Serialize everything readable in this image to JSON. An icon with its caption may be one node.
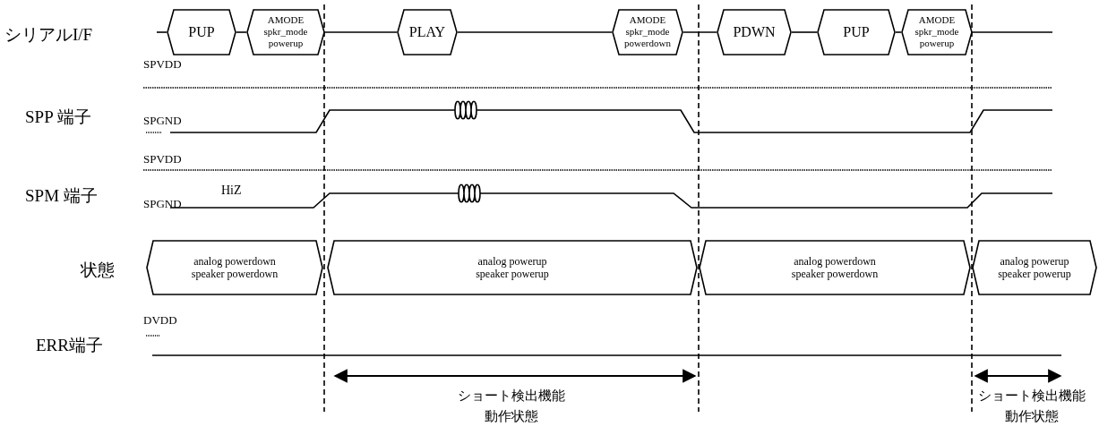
{
  "diagram": {
    "nodes": [
      {
        "text": [
          "PUP"
        ]
      },
      {
        "text": [
          "AMODE spkr_mode powerup"
        ]
      },
      {
        "text": [
          "PLAY"
        ]
      },
      {
        "text": [
          "AMODE spkr_mode powerdown"
        ]
      },
      {
        "text": [
          "PDWN"
        ]
      },
      {
        "text": [
          "PUP"
        ]
      },
      {
        "text": [
          "AMODE spkr_mode powerup"
        ]
      },
      {
        "text": [
          "analog powerdown speaker powerdown"
        ]
      },
      {
        "text": [
          "analog powerup speaker powerup"
        ]
      },
      {
        "text": [
          "analog powerdown speaker powerdown"
        ]
      },
      {
        "text": [
          "analog powerup speaker powerup"
        ]
      }
    ],
    "edges": [
      {
        "from": null,
        "to": 0,
        "arrow": "none"
      },
      {
        "from": 0,
        "to": 1,
        "arrow": "none"
      },
      {
        "from": 1,
        "to": 2,
        "arrow": "none"
      },
      {
        "from": 2,
        "to": 3,
        "arrow": "none"
      },
      {
        "from": 3,
        "to": 4,
        "arrow": "none"
      },
      {
        "from": 4,
        "to": 5,
        "arrow": "none"
      },
      {
        "from": 5,
        "to": 6,
        "arrow": "none"
      },
      {
        "from": 6,
        "to": null,
        "arrow": "none"
      }
    ],
    "labels": [
      "シリアルI/F",
      "SPVDD",
      "SPP 端子",
      "SPGND",
      "SPVDD",
      "SPM 端子",
      "SPGND",
      "HiZ",
      "状態",
      "DVDD",
      "ERR端子",
      "ショート検出機能動作状態",
      "ショート検出機能動作状態"
    ]
  }
}
